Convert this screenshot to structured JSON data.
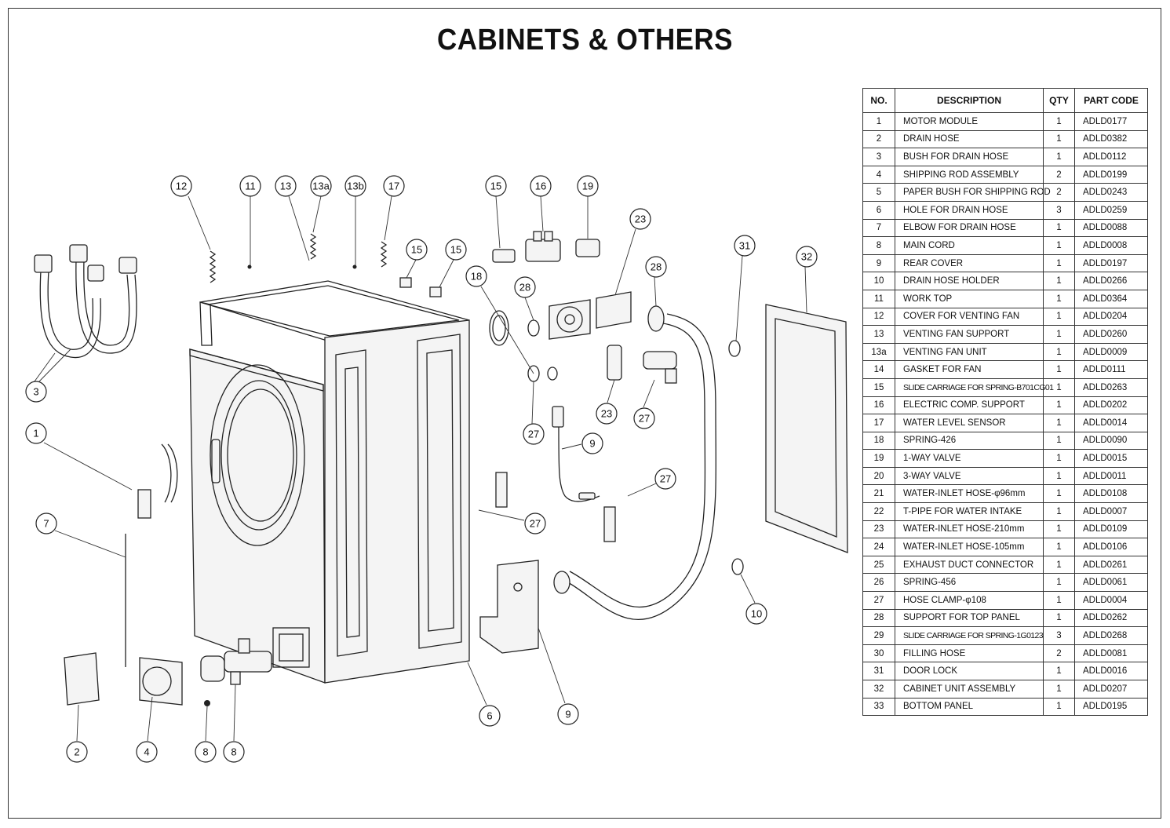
{
  "title": "CABINETS & OTHERS",
  "table": {
    "headers": [
      "NO.",
      "DESCRIPTION",
      "QTY",
      "PART CODE"
    ],
    "rows": [
      {
        "no": "1",
        "description": "MOTOR MODULE",
        "qty": "1",
        "code": "ADLD0177"
      },
      {
        "no": "2",
        "description": "DRAIN HOSE",
        "qty": "1",
        "code": "ADLD0382"
      },
      {
        "no": "3",
        "description": "BUSH FOR DRAIN HOSE",
        "qty": "1",
        "code": "ADLD0112"
      },
      {
        "no": "4",
        "description": "SHIPPING ROD ASSEMBLY",
        "qty": "2",
        "code": "ADLD0199"
      },
      {
        "no": "5",
        "description": "PAPER BUSH FOR SHIPPING ROD",
        "qty": "2",
        "code": "ADLD0243"
      },
      {
        "no": "6",
        "description": "HOLE FOR DRAIN HOSE",
        "qty": "3",
        "code": "ADLD0259"
      },
      {
        "no": "7",
        "description": "ELBOW FOR DRAIN HOSE",
        "qty": "1",
        "code": "ADLD0088"
      },
      {
        "no": "8",
        "description": "MAIN CORD",
        "qty": "1",
        "code": "ADLD0008"
      },
      {
        "no": "9",
        "description": "REAR COVER",
        "qty": "1",
        "code": "ADLD0197"
      },
      {
        "no": "10",
        "description": "DRAIN HOSE HOLDER",
        "qty": "1",
        "code": "ADLD0266"
      },
      {
        "no": "11",
        "description": "WORK TOP",
        "qty": "1",
        "code": "ADLD0364"
      },
      {
        "no": "12",
        "description": "COVER FOR VENTING FAN",
        "qty": "1",
        "code": "ADLD0204"
      },
      {
        "no": "13",
        "description": "VENTING FAN SUPPORT",
        "qty": "1",
        "code": "ADLD0260"
      },
      {
        "no": "13a",
        "description": "VENTING FAN UNIT",
        "qty": "1",
        "code": "ADLD0009"
      },
      {
        "no": "14",
        "description": "GASKET FOR FAN",
        "qty": "1",
        "code": "ADLD0111"
      },
      {
        "no": "15",
        "description": "SLIDE CARRIAGE FOR SPRING-B701CG01",
        "qty": "1",
        "code": "ADLD0263"
      },
      {
        "no": "16",
        "description": "ELECTRIC COMP. SUPPORT",
        "qty": "1",
        "code": "ADLD0202"
      },
      {
        "no": "17",
        "description": "WATER LEVEL SENSOR",
        "qty": "1",
        "code": "ADLD0014"
      },
      {
        "no": "18",
        "description": "SPRING-426",
        "qty": "1",
        "code": "ADLD0090"
      },
      {
        "no": "19",
        "description": "1-WAY VALVE",
        "qty": "1",
        "code": "ADLD0015"
      },
      {
        "no": "20",
        "description": "3-WAY VALVE",
        "qty": "1",
        "code": "ADLD0011"
      },
      {
        "no": "21",
        "description": "WATER-INLET HOSE-φ96mm",
        "qty": "1",
        "code": "ADLD0108"
      },
      {
        "no": "22",
        "description": "T-PIPE FOR WATER INTAKE",
        "qty": "1",
        "code": "ADLD0007"
      },
      {
        "no": "23",
        "description": "WATER-INLET HOSE-210mm",
        "qty": "1",
        "code": "ADLD0109"
      },
      {
        "no": "24",
        "description": "WATER-INLET HOSE-105mm",
        "qty": "1",
        "code": "ADLD0106"
      },
      {
        "no": "25",
        "description": "EXHAUST DUCT CONNECTOR",
        "qty": "1",
        "code": "ADLD0261"
      },
      {
        "no": "26",
        "description": "SPRING-456",
        "qty": "1",
        "code": "ADLD0061"
      },
      {
        "no": "27",
        "description": "HOSE CLAMP-φ108",
        "qty": "1",
        "code": "ADLD0004"
      },
      {
        "no": "28",
        "description": "SUPPORT FOR TOP PANEL",
        "qty": "1",
        "code": "ADLD0262"
      },
      {
        "no": "29",
        "description": "SLIDE CARRIAGE FOR SPRING-1G0123",
        "qty": "3",
        "code": "ADLD0268"
      },
      {
        "no": "30",
        "description": "FILLING HOSE",
        "qty": "2",
        "code": "ADLD0081"
      },
      {
        "no": "31",
        "description": "DOOR LOCK",
        "qty": "1",
        "code": "ADLD0016"
      },
      {
        "no": "32",
        "description": "CABINET UNIT ASSEMBLY",
        "qty": "1",
        "code": "ADLD0207"
      },
      {
        "no": "33",
        "description": "BOTTOM PANEL",
        "qty": "1",
        "code": "ADLD0195"
      }
    ]
  },
  "callouts": [
    "12",
    "11",
    "13",
    "13a",
    "13b",
    "17",
    "15",
    "16",
    "19",
    "15",
    "15",
    "23",
    "18",
    "28",
    "28",
    "31",
    "32",
    "3",
    "1",
    "7",
    "27",
    "9",
    "27",
    "27",
    "23",
    "27",
    "10",
    "6",
    "9",
    "2",
    "4",
    "8",
    "8"
  ]
}
